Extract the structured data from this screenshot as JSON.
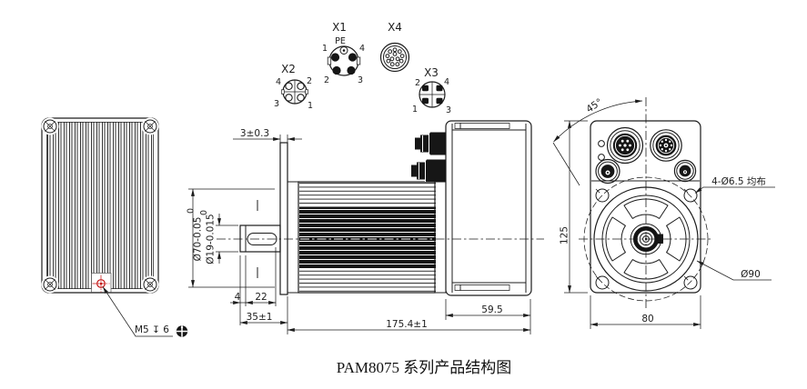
{
  "caption": "PAM8075 系列产品结构图",
  "connectors": {
    "x1": {
      "label": "X1",
      "pin_pe": "PE",
      "pin_1": "1",
      "pin_2": "2",
      "pin_3": "3",
      "pin_4": "4"
    },
    "x2": {
      "label": "X2",
      "pin_1": "1",
      "pin_2": "2",
      "pin_3": "3",
      "pin_4": "4"
    },
    "x3": {
      "label": "X3",
      "pin_1": "1",
      "pin_2": "2",
      "pin_3": "3",
      "pin_4": "4"
    },
    "x4": {
      "label": "X4"
    }
  },
  "side_view": {
    "flange_thickness": "3±0.3",
    "shaft_dia_upper": "0",
    "shaft_dia": "Ø19-0.015",
    "pilot_dia_upper": "0",
    "pilot_dia": "Ø70-0.05",
    "key_step": "4",
    "key_length": "22",
    "shaft_length": "35±1",
    "total_length": "175.4±1",
    "drive_width": "59.5"
  },
  "rear_view": {
    "thread_callout": "M5 ↧ 6"
  },
  "front_view": {
    "hole_angle": "45°",
    "height": "125",
    "width": "80",
    "bolt_circle_dia": "Ø90",
    "mounting_holes": "4-Ø6.5 均布"
  },
  "colors": {
    "line": "#1c1c1c",
    "red": "#c41212"
  }
}
